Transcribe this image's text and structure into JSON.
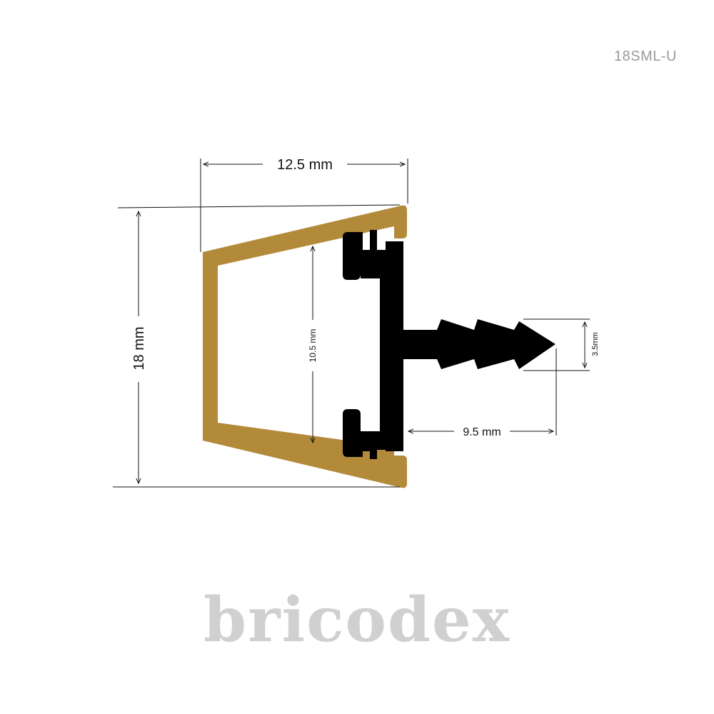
{
  "model_code": "18SML-U",
  "dimensions": {
    "width_label": "12.5 mm",
    "height_label": "18 mm",
    "inner_height_label": "10.5 mm",
    "clip_length_label": "9.5 mm",
    "clip_width_label": "3.5mm"
  },
  "brand": "bricodex",
  "colors": {
    "profile": "#B38A3A",
    "clip": "#000000",
    "brand": "#D0D0D0",
    "code": "#9A9A9A"
  }
}
